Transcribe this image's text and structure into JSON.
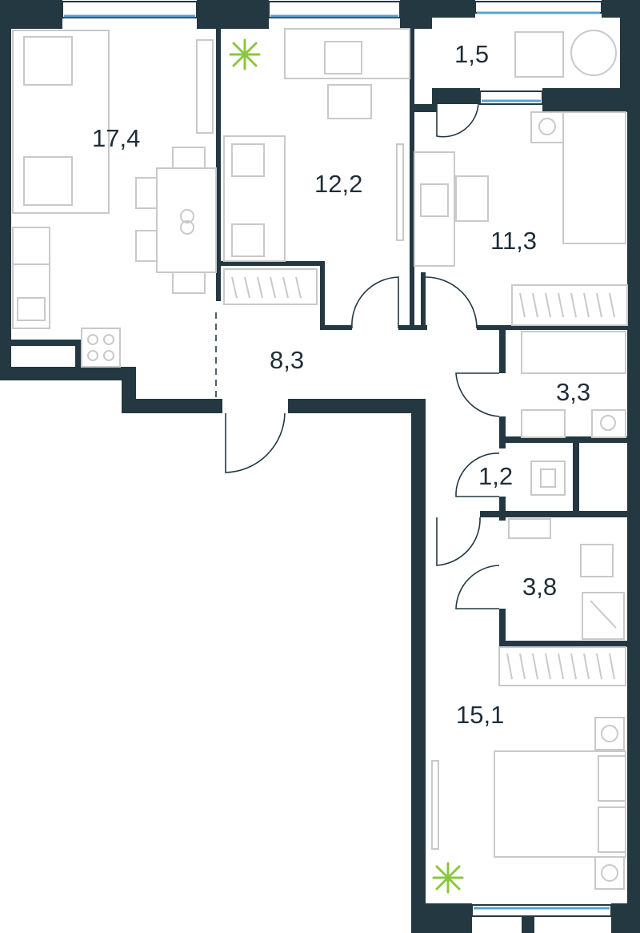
{
  "rooms": {
    "kitchen_living": "17,4",
    "room_top_middle": "12,2",
    "balcony": "1,5",
    "bedroom_right": "11,3",
    "hallway": "8,3",
    "bathroom": "3,3",
    "toilet": "1,2",
    "shower_room": "3,8",
    "master_bedroom": "15,1"
  },
  "colors": {
    "walls": "#243842",
    "furniture_outline": "#c9c9c9",
    "window_glass": "#5aa0d6",
    "plant": "#8cc63f"
  }
}
